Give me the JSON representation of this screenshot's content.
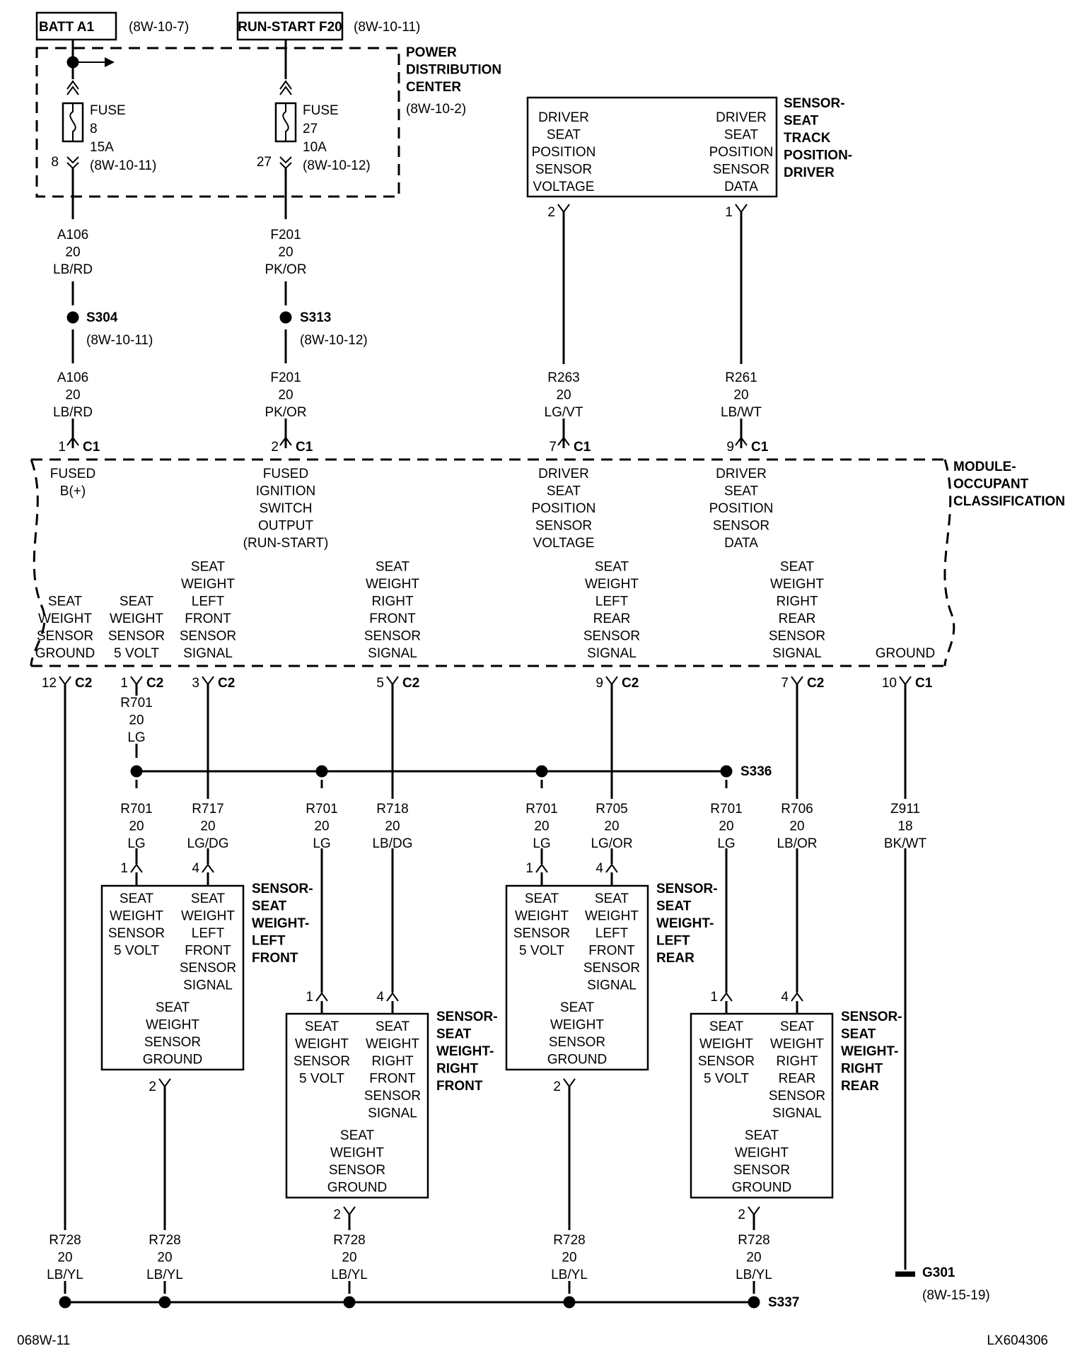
{
  "top_boxes": {
    "batt": "BATT A1",
    "run": "RUN-START F20",
    "batt_ref": "(8W-10-7)",
    "run_ref": "(8W-10-11)"
  },
  "pdc": {
    "l1": "POWER",
    "l2": "DISTRIBUTION",
    "l3": "CENTER",
    "ref": "(8W-10-2)"
  },
  "fuse8": {
    "name": "FUSE",
    "num": "8",
    "amp": "15A",
    "ref": "(8W-10-11)",
    "pin": "8"
  },
  "fuse27": {
    "name": "FUSE",
    "num": "27",
    "amp": "10A",
    "ref": "(8W-10-12)",
    "pin": "27"
  },
  "track_sensor": {
    "left": [
      "DRIVER",
      "SEAT",
      "POSITION",
      "SENSOR",
      "VOLTAGE"
    ],
    "right": [
      "DRIVER",
      "SEAT",
      "POSITION",
      "SENSOR",
      "DATA"
    ],
    "name": [
      "SENSOR-",
      "SEAT",
      "TRACK",
      "POSITION-",
      "DRIVER"
    ],
    "pin_left": "2",
    "pin_right": "1"
  },
  "wires": {
    "a106": [
      "A106",
      "20",
      "LB/RD"
    ],
    "f201": [
      "F201",
      "20",
      "PK/OR"
    ],
    "r263": [
      "R263",
      "20",
      "LG/VT"
    ],
    "r261": [
      "R261",
      "20",
      "LB/WT"
    ],
    "r701": [
      "R701",
      "20",
      "LG"
    ],
    "r717": [
      "R717",
      "20",
      "LG/DG"
    ],
    "r718": [
      "R718",
      "20",
      "LB/DG"
    ],
    "r705": [
      "R705",
      "20",
      "LG/OR"
    ],
    "r706": [
      "R706",
      "20",
      "LB/OR"
    ],
    "z911": [
      "Z911",
      "18",
      "BK/WT"
    ],
    "r728": [
      "R728",
      "20",
      "LB/YL"
    ]
  },
  "splices": {
    "s304": "S304",
    "s304_ref": "(8W-10-11)",
    "s313": "S313",
    "s313_ref": "(8W-10-12)",
    "s336": "S336",
    "s337": "S337"
  },
  "module": {
    "name": [
      "MODULE-",
      "OCCUPANT",
      "CLASSIFICATION"
    ],
    "top_pins": [
      {
        "pin": "1",
        "conn": "C1",
        "label": [
          "FUSED",
          "B(+)"
        ]
      },
      {
        "pin": "2",
        "conn": "C1",
        "label": [
          "FUSED",
          "IGNITION",
          "SWITCH",
          "OUTPUT",
          "(RUN-START)"
        ]
      },
      {
        "pin": "7",
        "conn": "C1",
        "label": [
          "DRIVER",
          "SEAT",
          "POSITION",
          "SENSOR",
          "VOLTAGE"
        ]
      },
      {
        "pin": "9",
        "conn": "C1",
        "label": [
          "DRIVER",
          "SEAT",
          "POSITION",
          "SENSOR",
          "DATA"
        ]
      }
    ],
    "bottom_pins": [
      {
        "pin": "12",
        "conn": "C2",
        "label": [
          "SEAT",
          "WEIGHT",
          "SENSOR",
          "GROUND"
        ]
      },
      {
        "pin": "1",
        "conn": "C2",
        "label": [
          "SEAT",
          "WEIGHT",
          "SENSOR",
          "5 VOLT"
        ]
      },
      {
        "pin": "3",
        "conn": "C2",
        "label": [
          "SEAT",
          "WEIGHT",
          "LEFT",
          "FRONT",
          "SENSOR",
          "SIGNAL"
        ]
      },
      {
        "pin": "5",
        "conn": "C2",
        "label": [
          "SEAT",
          "WEIGHT",
          "RIGHT",
          "FRONT",
          "SENSOR",
          "SIGNAL"
        ]
      },
      {
        "pin": "9",
        "conn": "C2",
        "label": [
          "SEAT",
          "WEIGHT",
          "LEFT",
          "REAR",
          "SENSOR",
          "SIGNAL"
        ]
      },
      {
        "pin": "7",
        "conn": "C2",
        "label": [
          "SEAT",
          "WEIGHT",
          "RIGHT",
          "REAR",
          "SENSOR",
          "SIGNAL"
        ]
      },
      {
        "pin": "10",
        "conn": "C1",
        "label": [
          "GROUND"
        ]
      }
    ]
  },
  "sensors": [
    {
      "name": [
        "SENSOR-",
        "SEAT",
        "WEIGHT-",
        "LEFT",
        "FRONT"
      ],
      "left": [
        "SEAT",
        "WEIGHT",
        "SENSOR",
        "5 VOLT"
      ],
      "right": [
        "SEAT",
        "WEIGHT",
        "LEFT",
        "FRONT",
        "SENSOR",
        "SIGNAL"
      ],
      "bottom": [
        "SEAT",
        "WEIGHT",
        "SENSOR",
        "GROUND"
      ],
      "pins": [
        "1",
        "4",
        "2"
      ]
    },
    {
      "name": [
        "SENSOR-",
        "SEAT",
        "WEIGHT-",
        "RIGHT",
        "FRONT"
      ],
      "left": [
        "SEAT",
        "WEIGHT",
        "SENSOR",
        "5 VOLT"
      ],
      "right": [
        "SEAT",
        "WEIGHT",
        "RIGHT",
        "FRONT",
        "SENSOR",
        "SIGNAL"
      ],
      "bottom": [
        "SEAT",
        "WEIGHT",
        "SENSOR",
        "GROUND"
      ],
      "pins": [
        "1",
        "4",
        "2"
      ]
    },
    {
      "name": [
        "SENSOR-",
        "SEAT",
        "WEIGHT-",
        "LEFT",
        "REAR"
      ],
      "left": [
        "SEAT",
        "WEIGHT",
        "SENSOR",
        "5 VOLT"
      ],
      "right": [
        "SEAT",
        "WEIGHT",
        "LEFT",
        "FRONT",
        "SENSOR",
        "SIGNAL"
      ],
      "bottom": [
        "SEAT",
        "WEIGHT",
        "SENSOR",
        "GROUND"
      ],
      "pins": [
        "1",
        "4",
        "2"
      ]
    },
    {
      "name": [
        "SENSOR-",
        "SEAT",
        "WEIGHT-",
        "RIGHT",
        "REAR"
      ],
      "left": [
        "SEAT",
        "WEIGHT",
        "SENSOR",
        "5 VOLT"
      ],
      "right": [
        "SEAT",
        "WEIGHT",
        "RIGHT",
        "REAR",
        "SENSOR",
        "SIGNAL"
      ],
      "bottom": [
        "SEAT",
        "WEIGHT",
        "SENSOR",
        "GROUND"
      ],
      "pins": [
        "1",
        "4",
        "2"
      ]
    }
  ],
  "ground": {
    "name": "G301",
    "ref": "(8W-15-19)"
  },
  "footer": {
    "left": "068W-11",
    "right": "LX604306"
  }
}
